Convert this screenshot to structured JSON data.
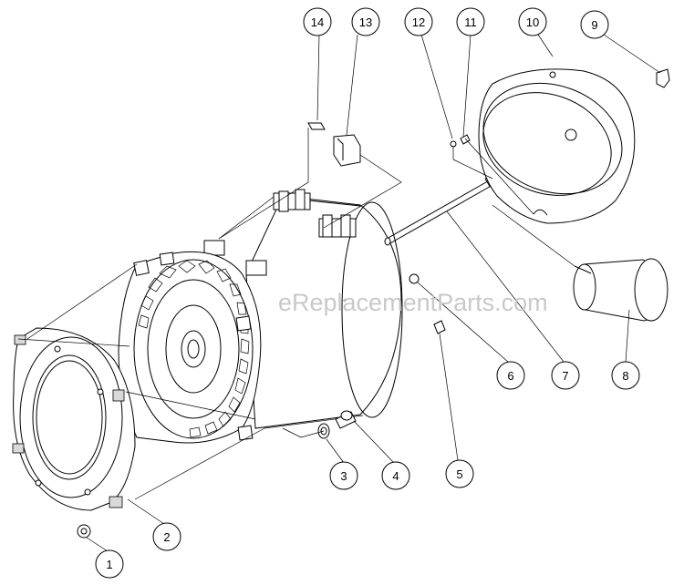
{
  "watermark": "eReplacementParts.com",
  "callouts": [
    {
      "id": "1",
      "label": "1"
    },
    {
      "id": "2",
      "label": "2"
    },
    {
      "id": "3",
      "label": "3"
    },
    {
      "id": "4",
      "label": "4"
    },
    {
      "id": "5",
      "label": "5"
    },
    {
      "id": "6",
      "label": "6"
    },
    {
      "id": "7",
      "label": "7"
    },
    {
      "id": "8",
      "label": "8"
    },
    {
      "id": "9",
      "label": "9"
    },
    {
      "id": "10",
      "label": "10"
    },
    {
      "id": "11",
      "label": "11"
    },
    {
      "id": "12",
      "label": "12"
    },
    {
      "id": "13",
      "label": "13"
    },
    {
      "id": "14",
      "label": "14"
    }
  ]
}
